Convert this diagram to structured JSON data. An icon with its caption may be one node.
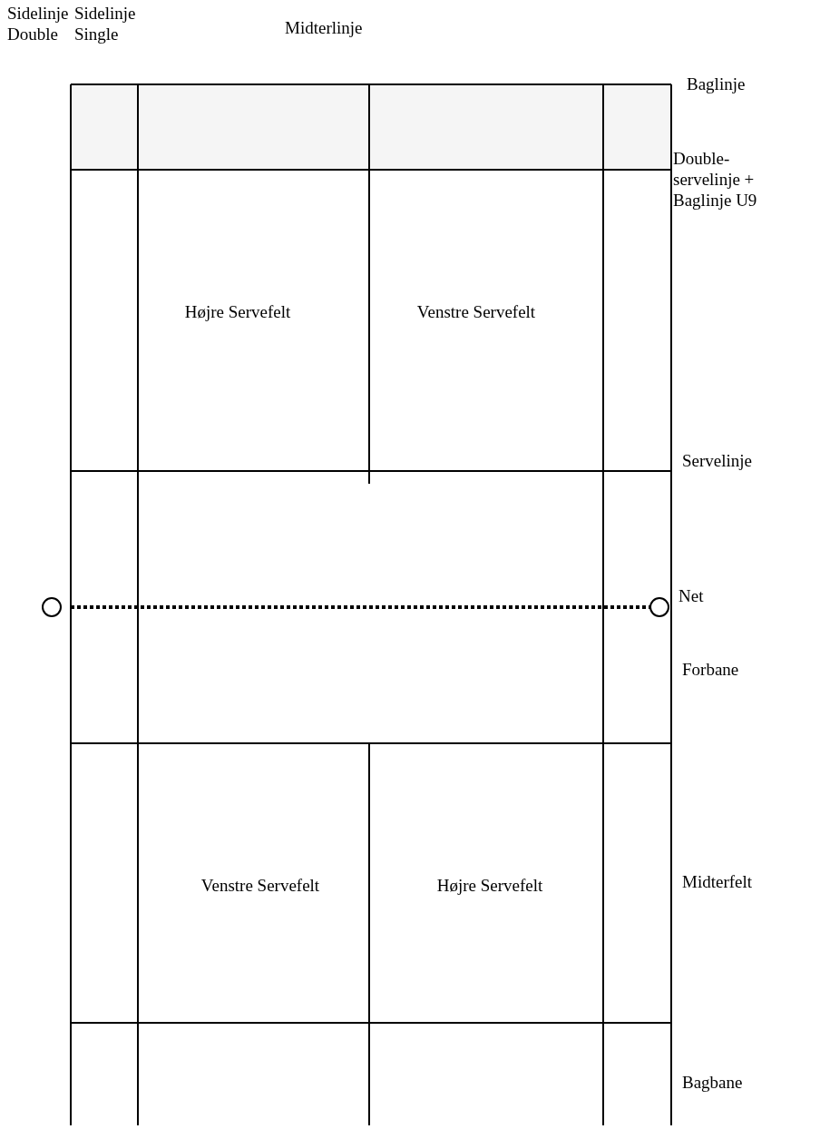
{
  "diagram": {
    "nodes": [
      {
        "text": [
          "Højre Servefelt"
        ]
      },
      {
        "text": [
          "Venstre Servefelt"
        ]
      },
      {
        "text": [
          "Venstre Servefelt"
        ]
      },
      {
        "text": [
          "Højre Servefelt"
        ]
      }
    ],
    "labels": [
      "Sidelinje Double",
      "Sidelinje Single",
      "Midterlinje",
      "Baglinje",
      "Double- servelinje + Baglinje U9",
      "Servelinje",
      "Net",
      "Forbane",
      "Midterfelt",
      "Bagbane"
    ]
  }
}
